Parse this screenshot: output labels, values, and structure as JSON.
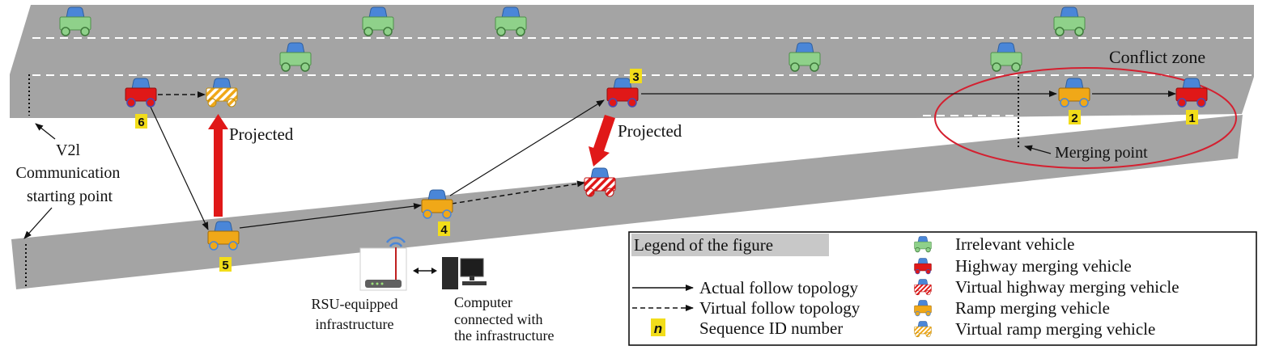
{
  "colors": {
    "road": "#a4a4a4",
    "lane_dash": "#ffffff",
    "irrelevant_body": "#8fd18a",
    "irrelevant_cab": "#4a86d8",
    "highway_body": "#e01818",
    "ramp_body": "#f0a818",
    "seq_badge": "#f2dd1a",
    "projected_arrow": "#e01818",
    "conflict_ellipse": "#d42030"
  },
  "labels": {
    "conflict_zone": "Conflict zone",
    "merging_point": "Merging point",
    "v2i_line1": "V2l",
    "v2i_line2": "Communication",
    "v2i_line3": "starting point",
    "projected_1": "Projected",
    "projected_2": "Projected",
    "rsu_line1": "RSU-equipped",
    "rsu_line2": "infrastructure",
    "computer_line1": "Computer",
    "computer_line2": "connected with",
    "computer_line3": "the infrastructure"
  },
  "sequence_ids": [
    "1",
    "2",
    "3",
    "4",
    "5",
    "6"
  ],
  "legend": {
    "title": "Legend of the figure",
    "actual_topology": "Actual follow topology",
    "virtual_topology": "Virtual follow topology",
    "sequence_symbol": "n",
    "sequence_label": "Sequence ID number",
    "irrelevant": "Irrelevant vehicle",
    "highway": "Highway merging vehicle",
    "virtual_highway": "Virtual highway merging vehicle",
    "ramp": "Ramp merging vehicle",
    "virtual_ramp": "Virtual ramp merging vehicle"
  }
}
